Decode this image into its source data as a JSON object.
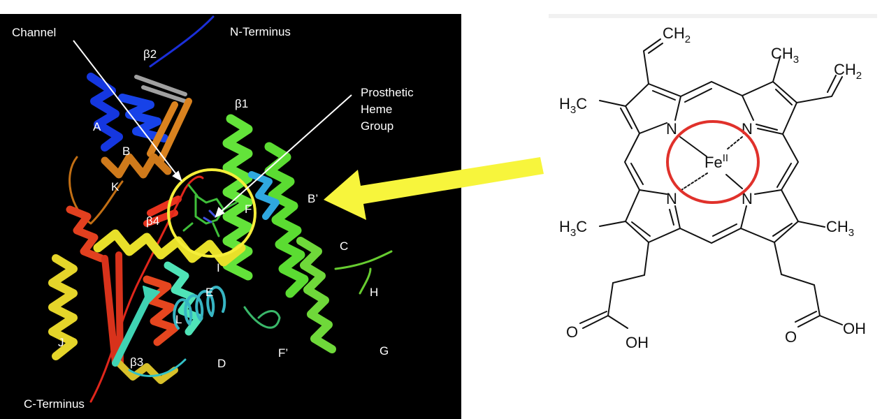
{
  "protein_panel": {
    "labels": {
      "channel": "Channel",
      "n_terminus": "N-Terminus",
      "c_terminus": "C-Terminus",
      "prosthetic_line1": "Prosthetic",
      "prosthetic_line2": "Heme",
      "prosthetic_line3": "Group",
      "beta1": "β1",
      "beta2": "β2",
      "beta3": "β3",
      "beta4": "β4",
      "A": "A",
      "B": "B",
      "B_prime": "B’",
      "C": "C",
      "D": "D",
      "E": "E",
      "F": "F",
      "F_prime": "F’",
      "G": "G",
      "H": "H",
      "I": "I",
      "J": "J",
      "K": "K",
      "L": "L"
    },
    "highlight_color": "#f5ee3a",
    "arrow_color": "#f7f53c"
  },
  "heme_panel": {
    "atoms": {
      "fe": "Fe",
      "fe_charge": "II",
      "n": "N",
      "ch2_c": "CH",
      "ch2_sub": "2",
      "ch3_c": "CH",
      "ch3_sub": "3",
      "h3c_h": "H",
      "h3c_sub": "3",
      "h3c_c": "C",
      "o": "O",
      "oh": "OH"
    },
    "highlight_color": "#e0312b"
  }
}
